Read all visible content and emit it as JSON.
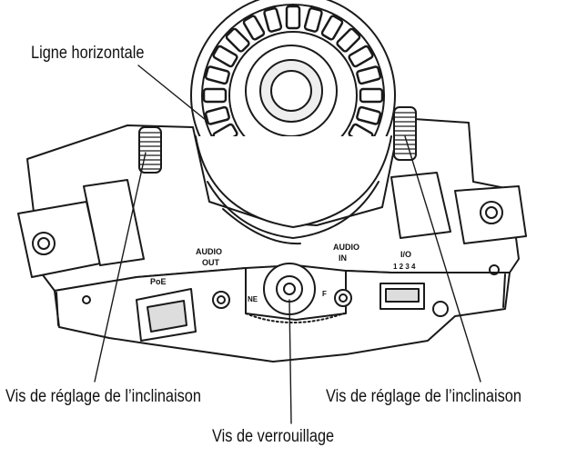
{
  "labels": {
    "horizontal_line": "Ligne horizontale",
    "tilt_screw_left": "Vis de réglage de l’inclinaison",
    "tilt_screw_right": "Vis de réglage de l’inclinaison",
    "lock_screw": "Vis de verrouillage"
  },
  "panel": {
    "audio_out": [
      "AUDIO",
      "OUT"
    ],
    "audio_in": [
      "AUDIO",
      "IN"
    ],
    "poe": "PoE",
    "io": "I/O",
    "io_pins": "1 2 3 4",
    "dial_left": "NE",
    "dial_right": "F"
  },
  "colors": {
    "line": "#1a1a1a",
    "fill": "#ffffff",
    "shade": "#d8d8d8"
  }
}
